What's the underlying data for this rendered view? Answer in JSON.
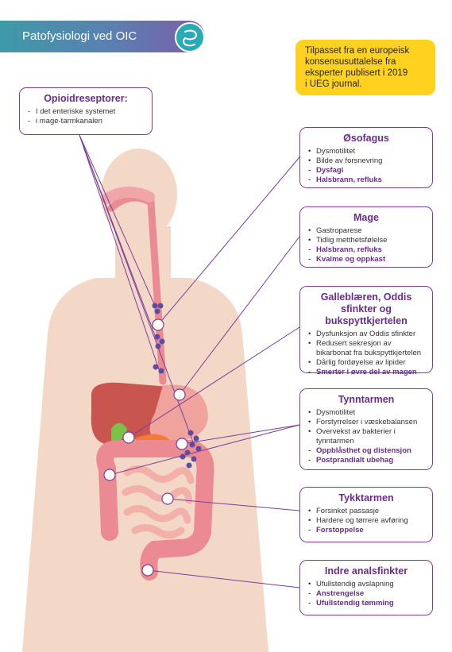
{
  "header": {
    "title": "Patofysiologi ved OIC",
    "icon": "intestine-icon"
  },
  "note": {
    "lines": [
      "Tilpasset fra en europeisk",
      "konsensusuttalelse fra",
      "eksperter publisert i 2019",
      "i UEG journal."
    ]
  },
  "receptors": {
    "title": "Opioidreseptorer:",
    "lines": [
      "I det enteriske systemet",
      "i mage-tarmkanalen"
    ]
  },
  "sections": [
    {
      "title": "Øsofagus",
      "items": [
        "Dysmotilitet",
        "Bilde av forsnevring"
      ],
      "symptoms": [
        "Dysfagi",
        "Halsbrann, refluks"
      ]
    },
    {
      "title": "Mage",
      "items": [
        "Gastroparese",
        "Tidlig metthetsfølelse"
      ],
      "symptoms": [
        "Halsbrann, refluks",
        "Kvalme og oppkast"
      ]
    },
    {
      "title": "Galleblæren, Oddis sfinkter og bukspyttkjertelen",
      "items": [
        "Dysfunksjon av Oddis sfinkter",
        "Redusert sekresjon av bikarbonat fra bukspyttkjertelen",
        "Dårlig fordøyelse av lipider"
      ],
      "symptoms": [
        "Smerter i øvre del av magen"
      ]
    },
    {
      "title": "Tynntarmen",
      "items": [
        "Dysmotilitet",
        "Forstyrrelser i væskebalansen",
        "Overvekst av bakterier i tynntarmen"
      ],
      "symptoms": [
        "Oppblåsthet og distensjon",
        "Postprandialt ubehag"
      ]
    },
    {
      "title": "Tykktarmen",
      "items": [
        "Forsinket passasje",
        "Hardere og tørrere avføring"
      ],
      "symptoms": [
        "Forstoppelse"
      ]
    },
    {
      "title": "Indre analsfinkter",
      "items": [
        "Ufullstendig avslapning"
      ],
      "symptoms": [
        "Anstrengelse",
        "Ufullstendig tømming"
      ]
    }
  ],
  "colors": {
    "purple": "#6a2c8c",
    "skin": "#f3d8c8",
    "organ_red": "#c9554f",
    "intestine_pink": "#eb8a93",
    "note_yellow": "#ffd21f"
  }
}
